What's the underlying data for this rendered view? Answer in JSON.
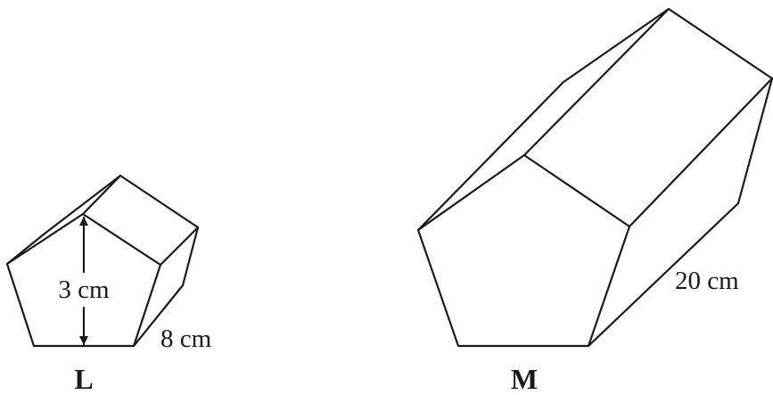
{
  "prism_l": {
    "name": "L",
    "height_label": "3 cm",
    "length_label": "8 cm"
  },
  "prism_m": {
    "name": "M",
    "length_label": "20 cm"
  },
  "colors": {
    "stroke": "#1a1a1a",
    "background": "#ffffff"
  }
}
